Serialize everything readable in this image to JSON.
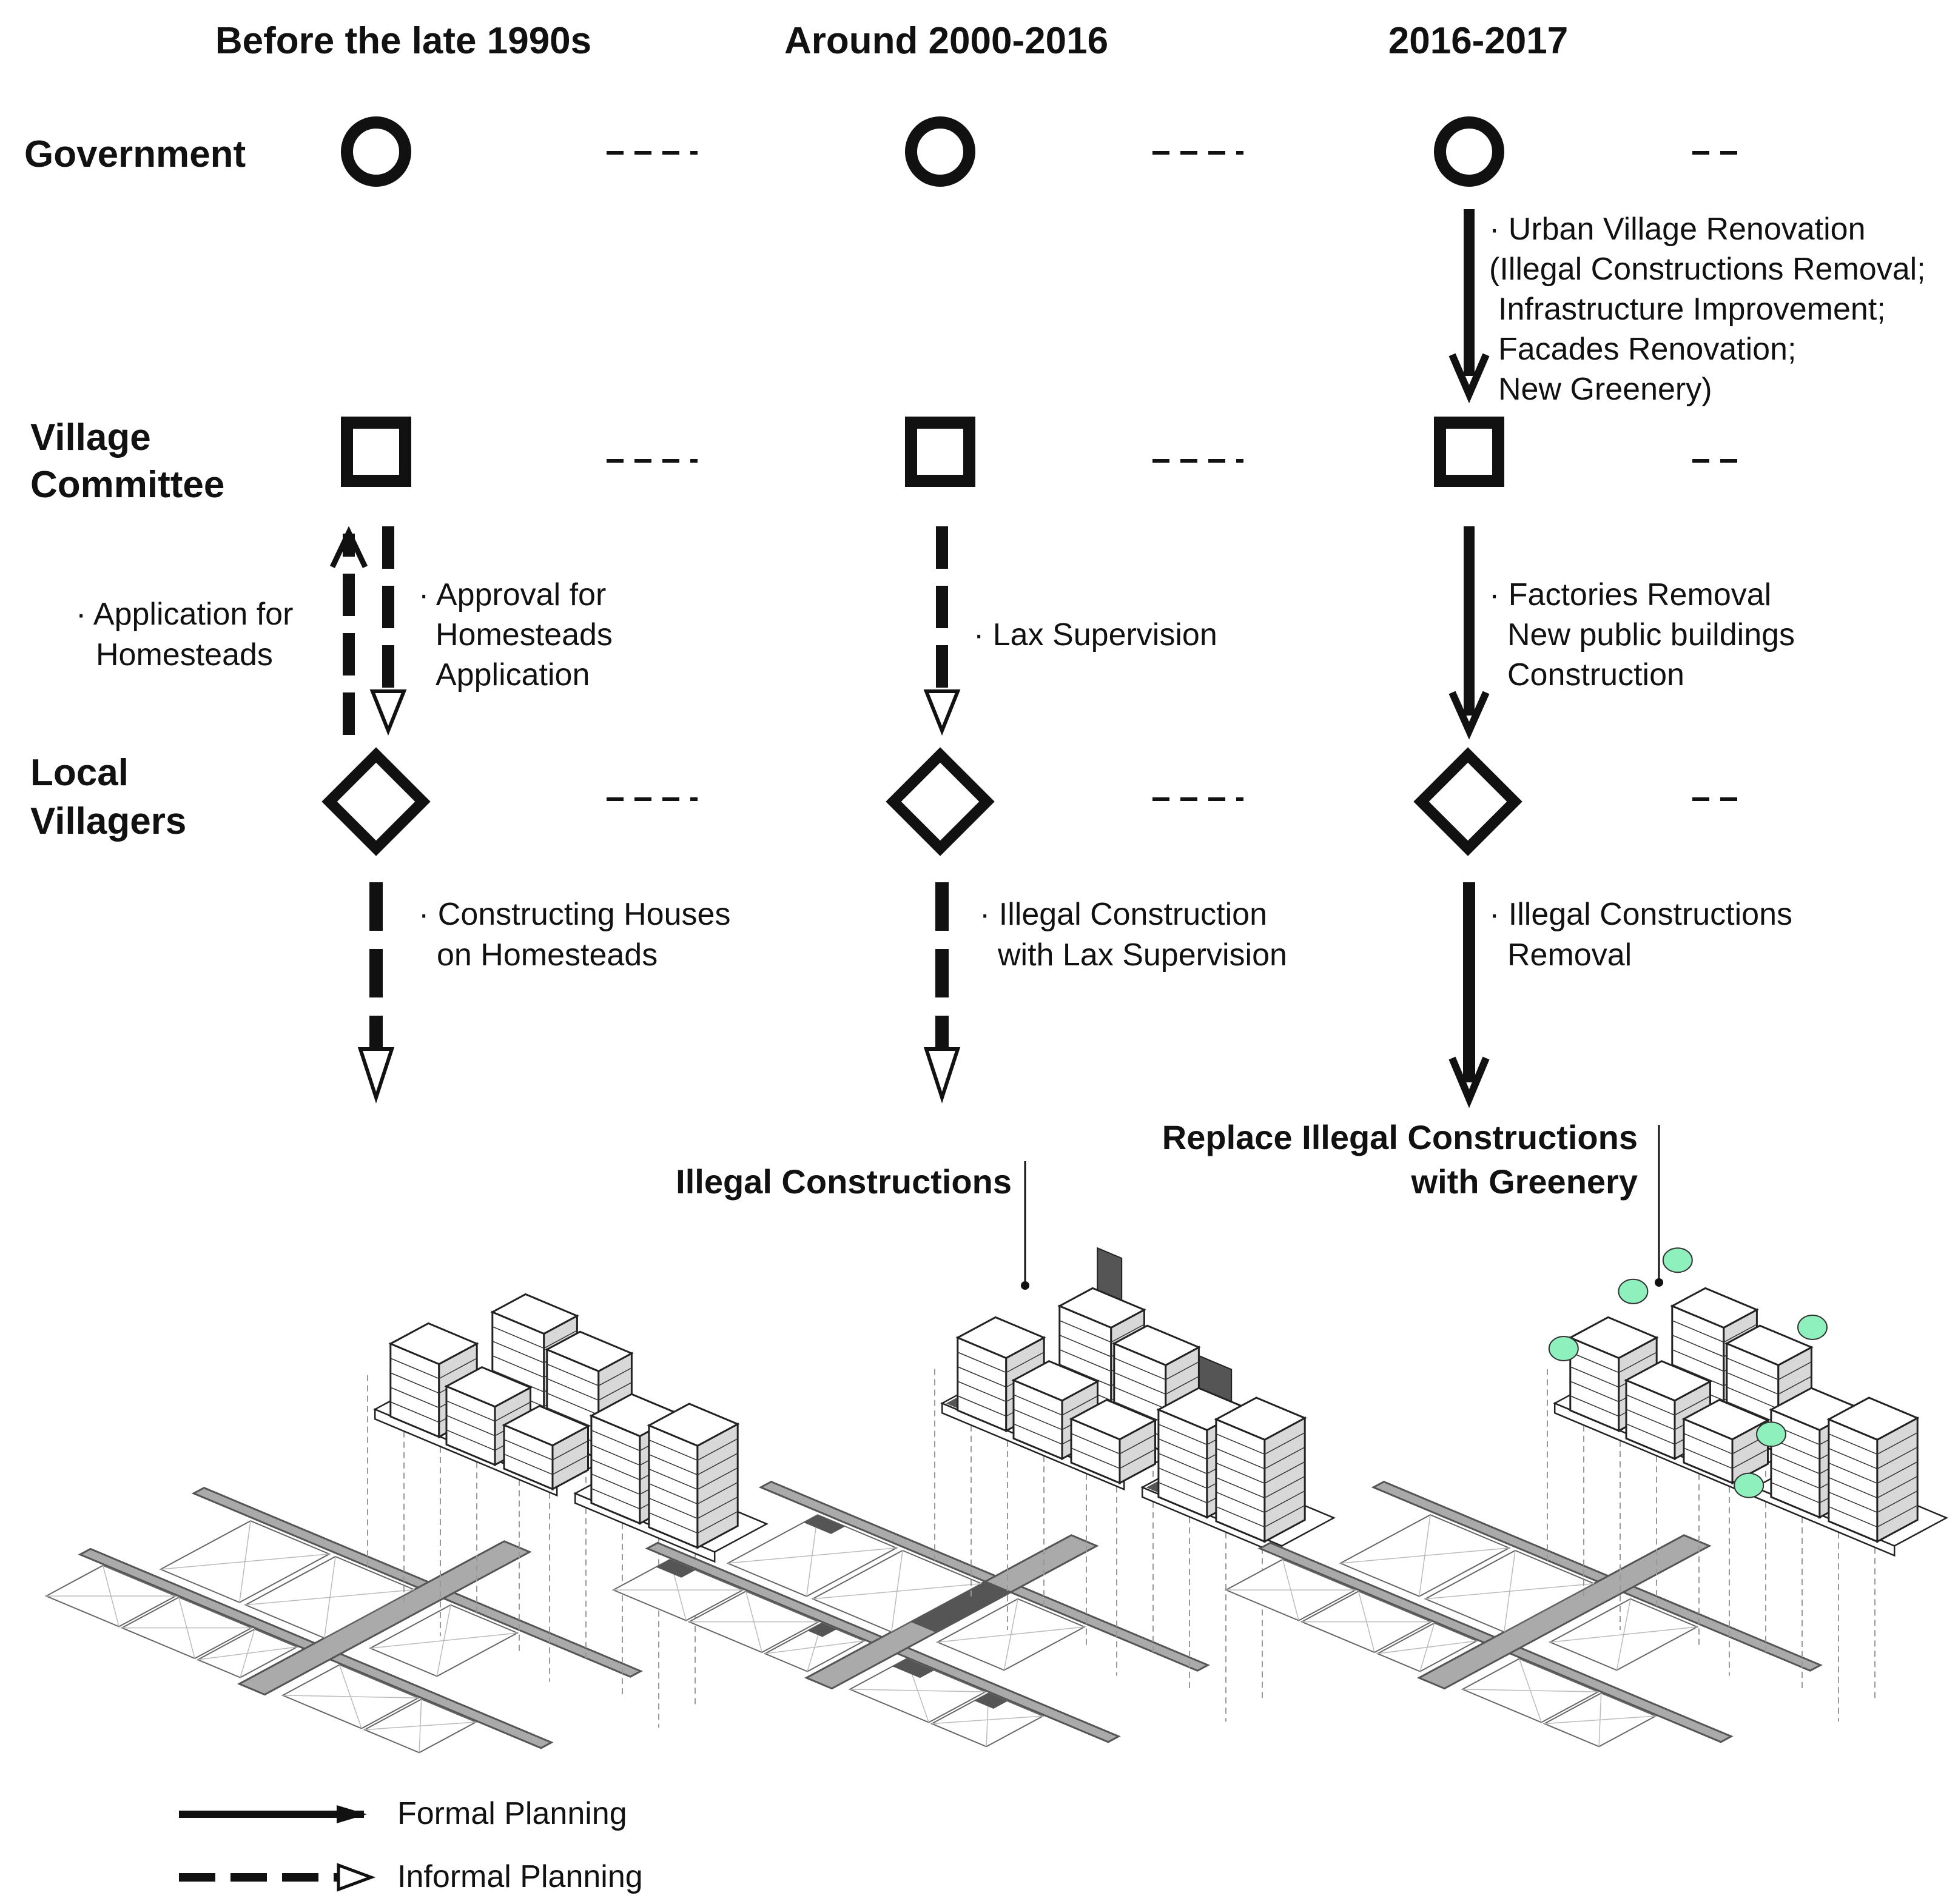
{
  "periods": [
    {
      "header": "Before the late 1990s"
    },
    {
      "header": "Around 2000-2016"
    },
    {
      "header": "2016-2017"
    }
  ],
  "actors": {
    "government": "Government",
    "village_committee": [
      "Village",
      "Committee"
    ],
    "local_villagers": [
      "Local",
      "Villagers"
    ]
  },
  "annotations": {
    "p1_application": [
      "· Application for",
      "Homesteads"
    ],
    "p1_approval": [
      "· Approval for",
      "Homesteads",
      "Application"
    ],
    "p1_constructing": [
      "· Constructing Houses",
      "on Homesteads"
    ],
    "p2_lax": [
      "· Lax Supervision"
    ],
    "p2_illegal": [
      "· Illegal Construction",
      "with Lax Supervision"
    ],
    "p3_renovation": [
      "· Urban Village Renovation",
      "(Illegal Constructions Removal;",
      "Infrastructure Improvement;",
      "Facades Renovation;",
      "New Greenery)"
    ],
    "p3_factories": [
      "· Factories Removal",
      "New public buildings",
      "Construction"
    ],
    "p3_removal": [
      "· Illegal Constructions",
      "Removal"
    ]
  },
  "callouts": {
    "illegal": "Illegal Constructions",
    "greenery": [
      "Replace Illegal Constructions",
      "with Greenery"
    ]
  },
  "legend": {
    "formal": "Formal Planning",
    "informal": "Informal Planning"
  },
  "colors": {
    "line": "#111111",
    "illegal_fill": "#555555",
    "greenery_fill": "#8ef0bc",
    "road_fill": "#aaaaaa"
  }
}
